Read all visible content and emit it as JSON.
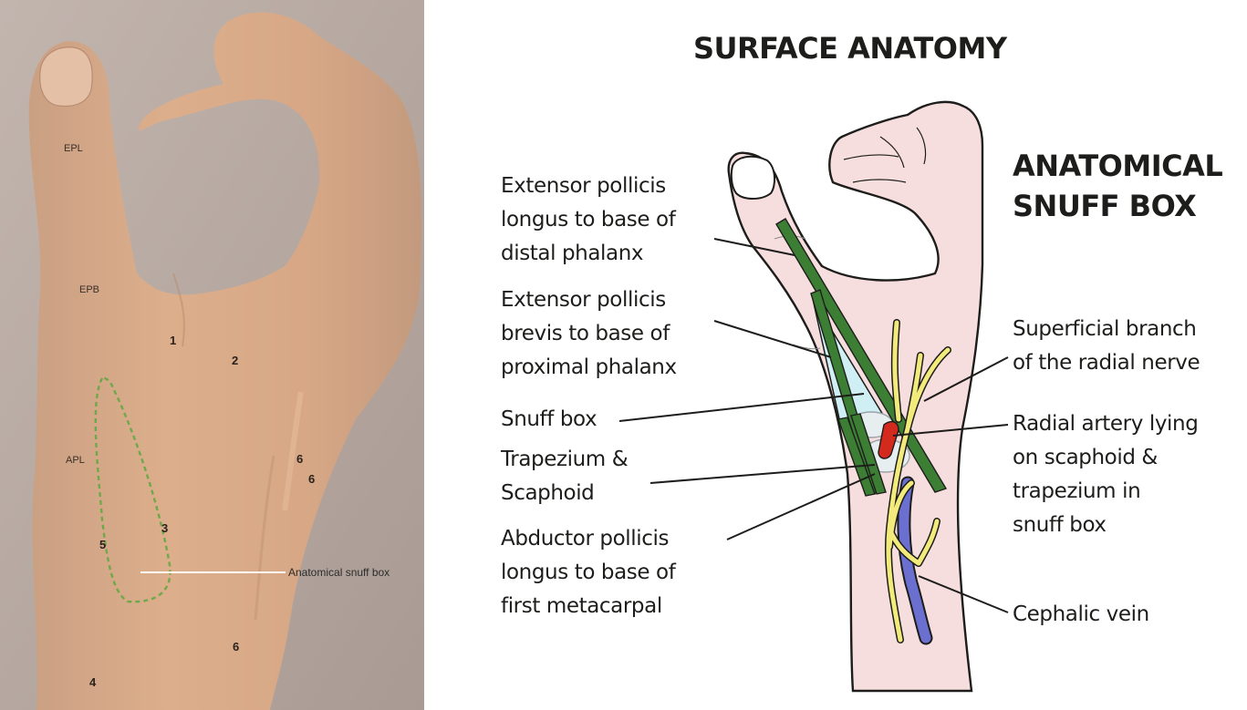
{
  "photo": {
    "tendon_labels": {
      "epl": "EPL",
      "epb": "EPB",
      "apl": "APL"
    },
    "numbers": {
      "n1": "1",
      "n2": "2",
      "n3": "3",
      "n4": "4",
      "n5": "5",
      "n6a": "6",
      "n6b": "6",
      "n6c": "6"
    },
    "snuff_box_callout": "Anatomical snuff box"
  },
  "diagram": {
    "title": "SURFACE ANATOMY",
    "subtitle_lines": [
      "ANATOMICAL",
      "SNUFF BOX"
    ],
    "left_labels": {
      "epl": [
        "Extensor pollicis",
        "longus to base of",
        "distal phalanx"
      ],
      "epb": [
        "Extensor pollicis",
        "brevis to base of",
        "proximal phalanx"
      ],
      "snuff": [
        "Snuff box"
      ],
      "trapezium": [
        "Trapezium &",
        "Scaphoid"
      ],
      "apl": [
        "Abductor pollicis",
        "longus to base of",
        "first metacarpal"
      ]
    },
    "right_labels": {
      "nerve": [
        "Superficial branch",
        "of the radial nerve"
      ],
      "artery": [
        "Radial artery lying",
        "on scaphoid &",
        "trapezium in",
        "snuff box"
      ],
      "vein": [
        "Cephalic vein"
      ]
    }
  },
  "colors": {
    "skin_photo": "#d9a882",
    "photo_background": "#b8aba4",
    "diagram_skin": "#f7dede",
    "tendon_green": "#3c7f34",
    "snuff_box_fill": "#cfeff5",
    "nerve_yellow": "#f2ea7a",
    "artery_red": "#d42a1e",
    "vein_blue": "#6a6fd0",
    "snuff_outline_dashed": "#6fa84a"
  }
}
